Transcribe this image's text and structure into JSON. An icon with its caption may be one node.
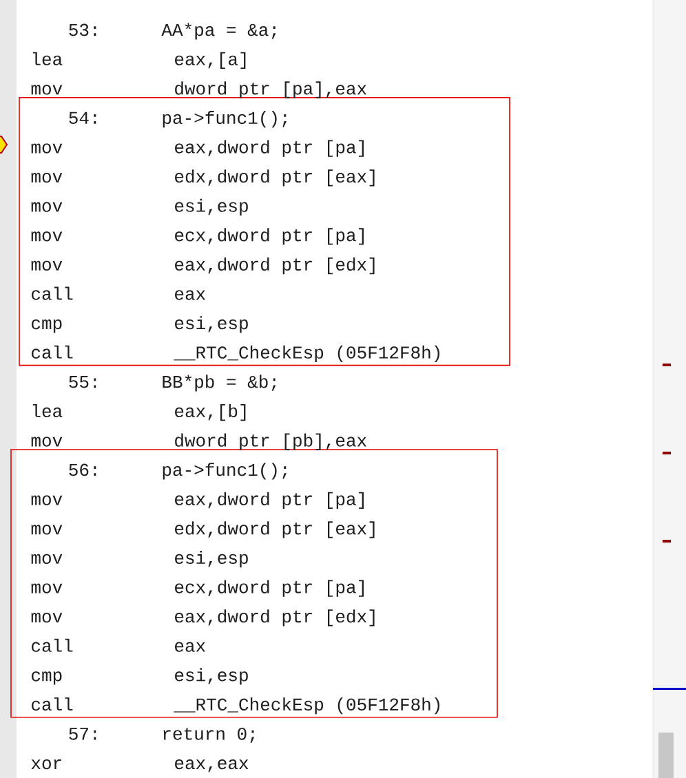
{
  "diagram": {
    "nodes": [
      {
        "text": [
          "54:",
          "pa->func1();",
          "mov",
          "eax,dword ptr [pa]",
          "mov",
          "edx,dword ptr [eax]",
          "mov",
          "esi,esp",
          "mov",
          "ecx,dword ptr [pa]",
          "mov",
          "eax,dword ptr [edx]",
          "call",
          "eax",
          "cmp",
          "esi,esp",
          "call",
          "__RTC_CheckEsp (05F12F8h)"
        ]
      },
      {
        "text": [
          "56:",
          "pa->func1();",
          "mov",
          "eax,dword ptr [pa]",
          "mov",
          "edx,dword ptr [eax]",
          "mov",
          "esi,esp",
          "mov",
          "ecx,dword ptr [pa]",
          "mov",
          "eax,dword ptr [edx]",
          "call",
          "eax",
          "cmp",
          "esi,esp",
          "call",
          "__RTC_CheckEsp (05F12F8h)"
        ]
      }
    ],
    "labels": [
      "53:",
      "AA*pa = &a;",
      "lea",
      "eax,[a]",
      "mov",
      "dword ptr [pa],eax",
      "55:",
      "BB*pb = &b;",
      "lea",
      "eax,[b]",
      "mov",
      "dword ptr [pb],eax",
      "57:",
      "return 0;",
      "xor",
      "eax,eax"
    ]
  }
}
